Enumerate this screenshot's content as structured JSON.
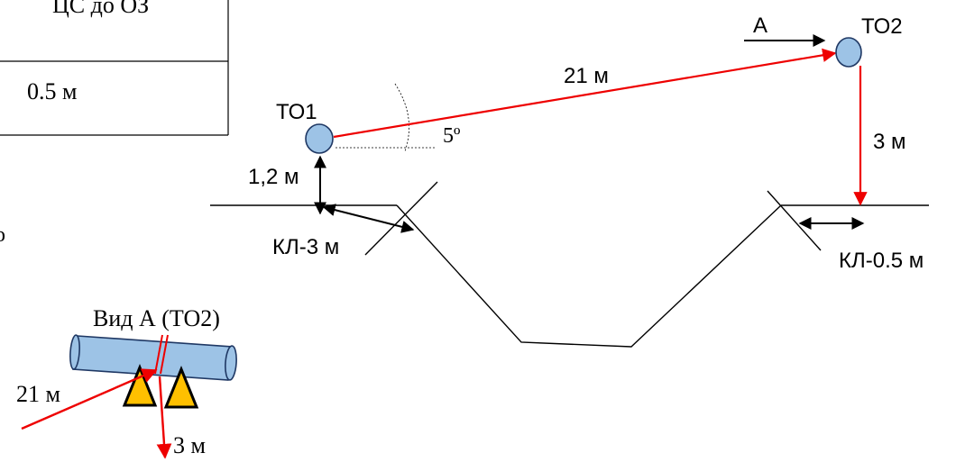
{
  "table": {
    "header_fragment": "ЦС до ОЗ",
    "value": "0.5 м"
  },
  "labels": {
    "to1": "ТО1",
    "to2": "ТО2",
    "view_arrow": "А",
    "distance_main": "21 м",
    "angle": "5º",
    "drop_to2": "3 м",
    "height_to1": "1,2 м",
    "kl_left": "КЛ-3 м",
    "kl_right": "КЛ-0.5 м",
    "stray_mark": "о"
  },
  "view_a": {
    "title": "Вид А (ТО2)",
    "distance": "21 м",
    "drop": "3 м"
  },
  "colors": {
    "pipe_fill": "#9dc3e6",
    "pipe_stroke": "#1f3864",
    "red": "#ee0000",
    "support_fill": "#ffc000",
    "line": "#000000"
  }
}
